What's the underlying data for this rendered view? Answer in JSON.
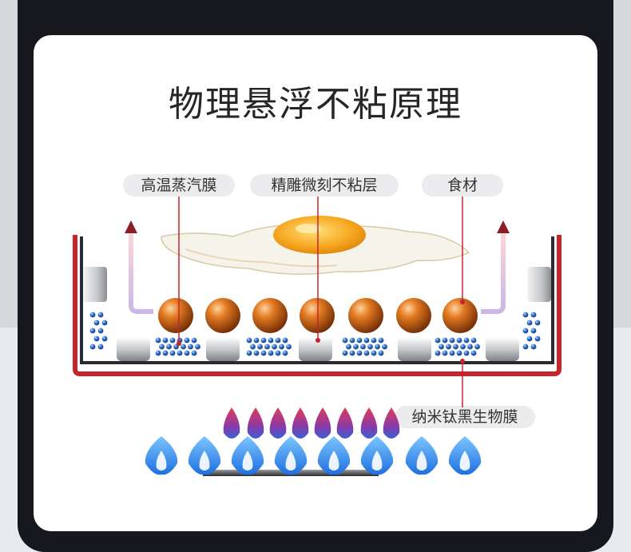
{
  "title": "物理悬浮不粘原理",
  "labels": {
    "steam": "高温蒸汽膜",
    "micro_layer": "精雕微刻不粘层",
    "food": "食材",
    "film": "纳米钛黑生物膜"
  },
  "colors": {
    "accent_red": "#c6252b",
    "sphere_orange": "#d8641a",
    "bead_blue": "#2f6fc7",
    "flame_blue": "#2e8ff0"
  },
  "icons": [
    "up-arrow-icon",
    "egg-icon",
    "flame-icon"
  ]
}
